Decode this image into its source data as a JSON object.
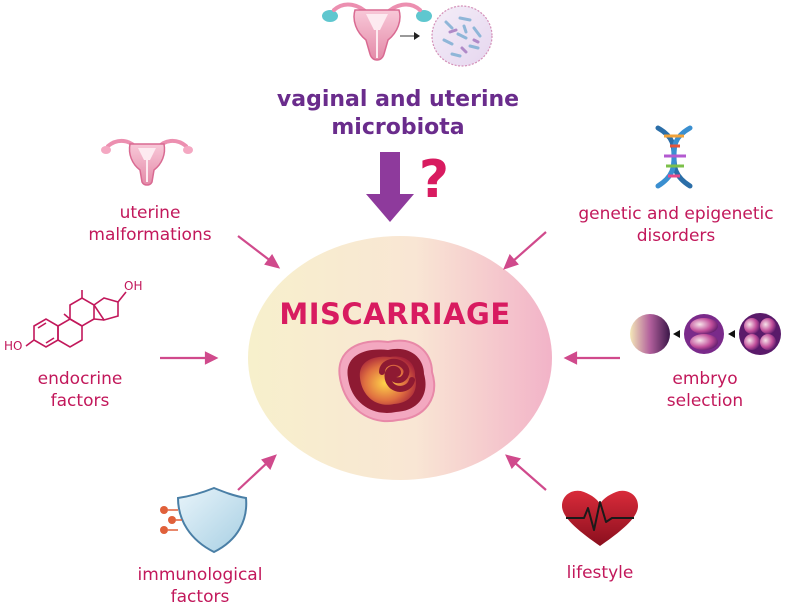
{
  "center": {
    "title": "MISCARRIAGE"
  },
  "top": {
    "label_line1": "vaginal and uterine",
    "label_line2": "microbiota",
    "question_mark": "?"
  },
  "factors": {
    "uterine_malformations": {
      "line1": "uterine",
      "line2": "malformations"
    },
    "genetic": {
      "line1": "genetic and epigenetic",
      "line2": "disorders"
    },
    "endocrine": {
      "line1": "endocrine",
      "line2": "factors"
    },
    "embryo": {
      "line1": "embryo",
      "line2": "selection"
    },
    "immunological": {
      "line1": "immunological",
      "line2": "factors"
    },
    "lifestyle": {
      "line1": "lifestyle"
    }
  },
  "molecule": {
    "oh_top": "OH",
    "ho_left": "HO"
  },
  "colors": {
    "pink_text": "#c2185b",
    "purple_text": "#6a2c8c",
    "arrow_pink": "#d04a8c",
    "arrow_purple": "#8e3a9c",
    "center_fill_left": "#f8f0c8",
    "center_fill_right": "#f4b8cc"
  }
}
